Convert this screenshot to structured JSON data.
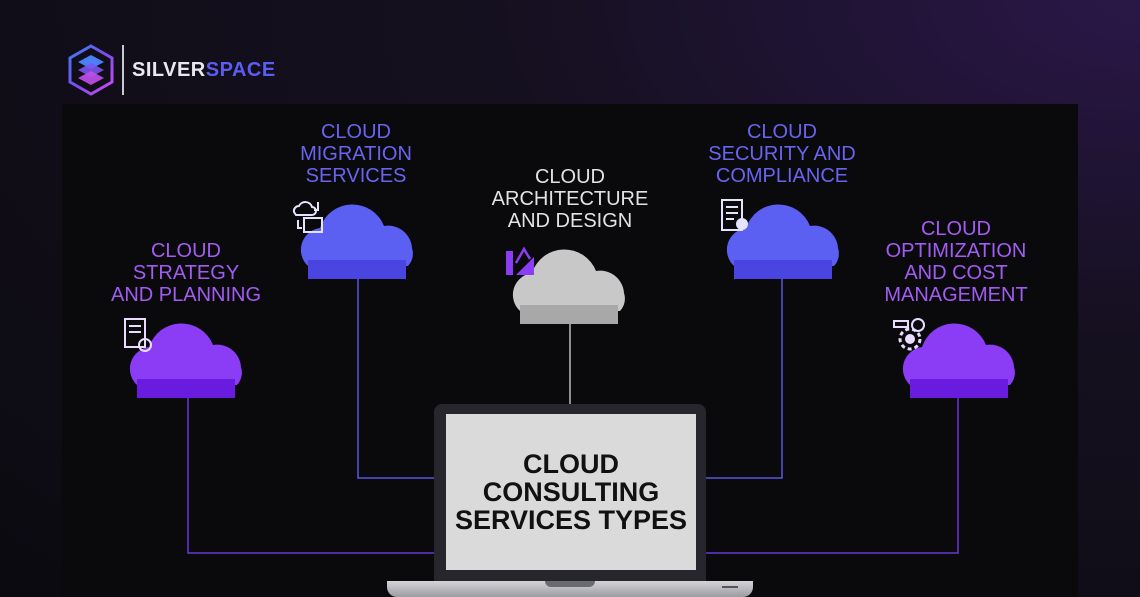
{
  "brand": {
    "name_part1": "SILVER",
    "name_part2": "SPACE"
  },
  "center": {
    "lines": [
      "CLOUD",
      "CONSULTING",
      "SERVICES TYPES"
    ]
  },
  "nodes": [
    {
      "id": "strategy",
      "lines": [
        "CLOUD",
        "STRATEGY",
        "AND PLANNING"
      ],
      "icon": "strategy-document-icon",
      "color": "#8b3cf5",
      "bar": "#6a1be0"
    },
    {
      "id": "migration",
      "lines": [
        "CLOUD",
        "MIGRATION",
        "SERVICES"
      ],
      "icon": "cloud-migration-icon",
      "color": "#5b5ff2",
      "bar": "#4a44e0"
    },
    {
      "id": "architecture",
      "lines": [
        "CLOUD",
        "ARCHITECTURE",
        "AND DESIGN"
      ],
      "icon": "architecture-design-icon",
      "color": "#c8c8c8",
      "bar": "#a8a8a8"
    },
    {
      "id": "security",
      "lines": [
        "CLOUD",
        "SECURITY AND",
        "COMPLIANCE"
      ],
      "icon": "security-checklist-icon",
      "color": "#5b5ff2",
      "bar": "#4a44e0"
    },
    {
      "id": "optimization",
      "lines": [
        "CLOUD",
        "OPTIMIZATION",
        "AND COST",
        "MANAGEMENT"
      ],
      "icon": "cost-gear-icon",
      "color": "#8b3cf5",
      "bar": "#6a1be0"
    }
  ]
}
